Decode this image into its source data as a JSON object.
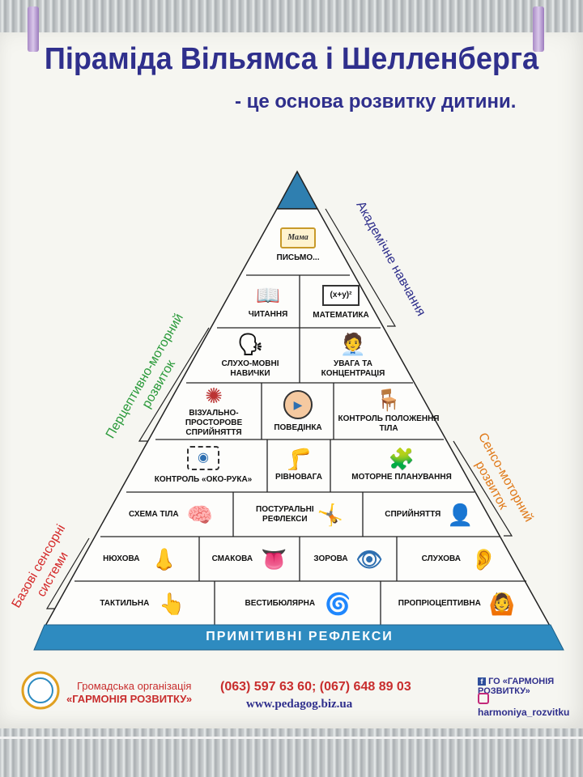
{
  "poster": {
    "title": "Піраміда Вільямса і Шелленберга",
    "subtitle": "- це основа розвитку дитини."
  },
  "pyramid": {
    "top_book_label": "Мама",
    "levels": [
      {
        "label": "письмо...",
        "icon": "open-book-icon"
      },
      {
        "label": "читання",
        "icon": "book-icon"
      },
      {
        "label": "математика",
        "icon": "blackboard-icon",
        "board_text": "(x+y)²"
      },
      {
        "label": "слухо-мовні навички",
        "icon": "speaking-head-icon"
      },
      {
        "label": "увага та концентрація",
        "icon": "focused-person-icon"
      },
      {
        "label": "візуально-просторове сприйняття",
        "icon": "neuron-icon"
      },
      {
        "label": "поведінка",
        "icon": "head-play-icon"
      },
      {
        "label": "контроль положення тіла",
        "icon": "sitting-person-icon"
      },
      {
        "label": "контроль «око-рука»",
        "icon": "eye-focus-icon"
      },
      {
        "label": "рівновага",
        "icon": "balance-legs-icon"
      },
      {
        "label": "моторне планування",
        "icon": "puzzle-hands-icon"
      },
      {
        "label": "схема тіла",
        "icon": "brain-icon"
      },
      {
        "label": "постуральні рефлекси",
        "icon": "stretching-person-icon"
      },
      {
        "label": "сприйняття",
        "icon": "head-chart-icon"
      },
      {
        "label": "нюхова",
        "icon": "nose-icon"
      },
      {
        "label": "смакова",
        "icon": "tongue-icon"
      },
      {
        "label": "зорова",
        "icon": "eye-icon"
      },
      {
        "label": "слухова",
        "icon": "ear-icon"
      },
      {
        "label": "тактильна",
        "icon": "touch-finger-icon"
      },
      {
        "label": "вестибюлярна",
        "icon": "spiral-icon"
      },
      {
        "label": "пропріоцептивна",
        "icon": "holding-head-icon"
      }
    ],
    "base": "ПРИМІТИВНІ РЕФЛЕКСИ"
  },
  "sides": {
    "academic": "Академічне навчання",
    "perceptual": [
      "Перцептивно-моторний",
      "розвиток"
    ],
    "sensorimotor": [
      "Сенсо-моторний",
      "розвиток"
    ],
    "sensory": [
      "Базові сенсорні",
      "системи"
    ]
  },
  "footer": {
    "org_small": "Громадська організація",
    "org_name": "«ГАРМОНІЯ РОЗВИТКУ»",
    "phones": "(063) 597 63 60; (067) 648 89 03",
    "website": "www.pedagog.biz.ua",
    "facebook": "ГО «ГАРМОНІЯ РОЗВИТКУ»",
    "instagram": "harmoniya_rozvitku"
  },
  "colors": {
    "title": "#2f2f8c",
    "academic": "#2f2f8c",
    "perceptual": "#2a9a3a",
    "sensorimotor": "#e07a1a",
    "sensory": "#d42a2a",
    "base_band": "#2e8bc0",
    "apex": "#2f7fb0",
    "phones": "#c82d2d",
    "website": "#2f2f8c"
  }
}
